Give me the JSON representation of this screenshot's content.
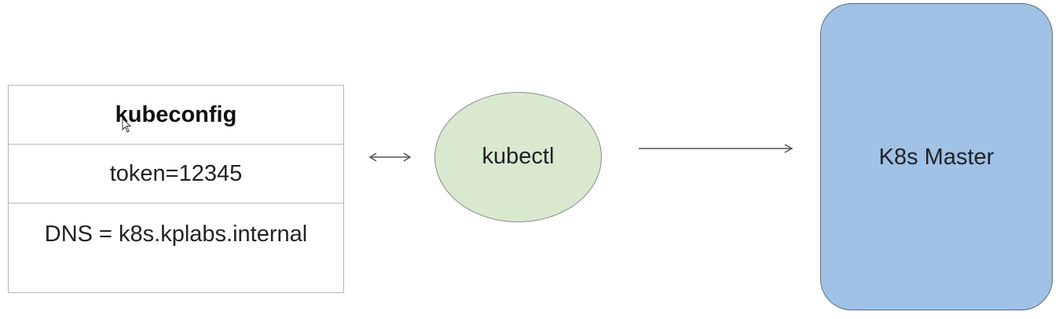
{
  "kubeconfig": {
    "title": "kubeconfig",
    "token": "token=12345",
    "dns": "DNS = k8s.kplabs.internal"
  },
  "kubectl": {
    "label": "kubectl"
  },
  "master": {
    "label": "K8s Master"
  },
  "connections": [
    {
      "from": "kubeconfig",
      "to": "kubectl",
      "style": "bidirectional"
    },
    {
      "from": "kubectl",
      "to": "master",
      "style": "directed"
    }
  ],
  "colors": {
    "kubectl_fill": "#d8e9d0",
    "master_fill": "#9fc2e6",
    "table_border": "#b8b8b8",
    "arrow": "#555555"
  }
}
